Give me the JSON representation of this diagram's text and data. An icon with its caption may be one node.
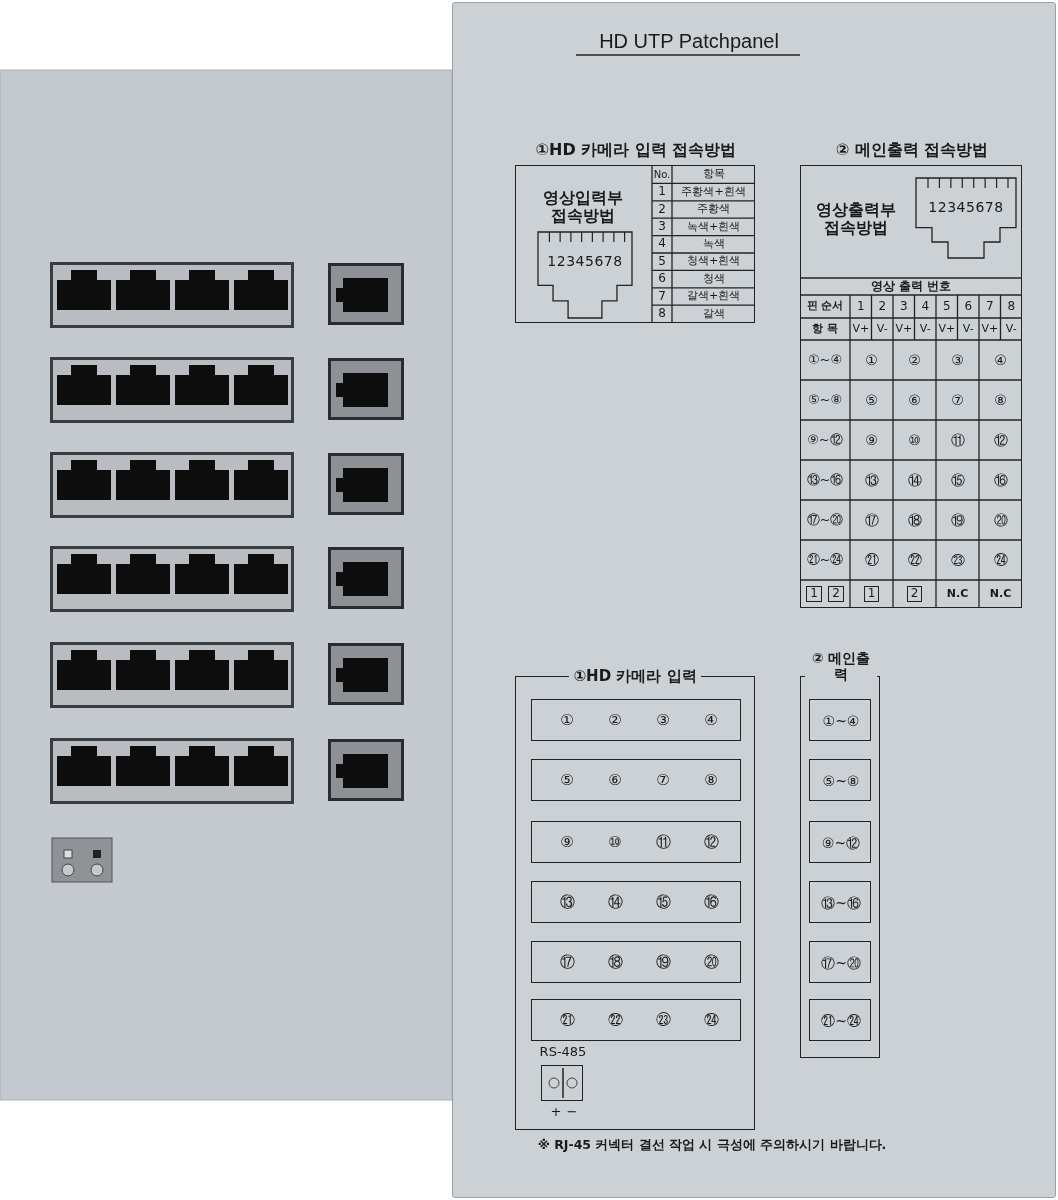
{
  "diagram": {
    "title": "HD UTP Patchpanel",
    "nodes": [
      {
        "text": [
          "①HD 카메라 입력 접속방법",
          "영상입력부 접속방법"
        ]
      },
      {
        "text": [
          "② 메인출력 접속방법",
          "영상출력부 접속방법"
        ]
      },
      {
        "text": [
          "①HD 카메라 입력"
        ]
      },
      {
        "text": [
          "①",
          "②",
          "③",
          "④"
        ],
        "in": 2
      },
      {
        "text": [
          "⑤",
          "⑥",
          "⑦",
          "⑧"
        ],
        "in": 2
      },
      {
        "text": [
          "⑨",
          "⑩",
          "⑪",
          "⑫"
        ],
        "in": 2
      },
      {
        "text": [
          "⑬",
          "⑭",
          "⑮",
          "⑯"
        ],
        "in": 2
      },
      {
        "text": [
          "⑰",
          "⑱",
          "⑲",
          "⑳"
        ],
        "in": 2
      },
      {
        "text": [
          "㉑",
          "㉒",
          "㉓",
          "㉔"
        ],
        "in": 2
      },
      {
        "text": [
          "RS-485"
        ],
        "beside": [
          "+",
          "−"
        ],
        "in": 2
      },
      {
        "text": [
          "② 메인출력"
        ]
      },
      {
        "text": [
          "①~④"
        ],
        "in": 10
      },
      {
        "text": [
          "⑤~⑧"
        ],
        "in": 10
      },
      {
        "text": [
          "⑨~⑫"
        ],
        "in": 10
      },
      {
        "text": [
          "⑬~⑯"
        ],
        "in": 10
      },
      {
        "text": [
          "⑰~⑳"
        ],
        "in": 10
      },
      {
        "text": [
          "㉑~㉔"
        ],
        "in": 10
      }
    ],
    "labels": [
      "No.",
      "항목",
      "1",
      "주황색+흰색",
      "2",
      "주황색",
      "3",
      "녹색+흰색",
      "4",
      "녹색",
      "5",
      "청색+흰색",
      "6",
      "청색",
      "7",
      "갈색+흰색",
      "8",
      "갈색",
      "12345678",
      "12345678",
      "영상 출력 번호",
      "핀 순서",
      "1",
      "2",
      "3",
      "4",
      "5",
      "6",
      "7",
      "8",
      "항 목",
      "V+",
      "V-",
      "V+",
      "V-",
      "V+",
      "V-",
      "V+",
      "V-",
      "①~④",
      "①",
      "②",
      "③",
      "④",
      "⑤~⑧",
      "⑤",
      "⑥",
      "⑦",
      "⑧",
      "⑨~⑫",
      "⑨",
      "⑩",
      "⑪",
      "⑫",
      "⑬~⑯",
      "⑬",
      "⑭",
      "⑮",
      "⑯",
      "⑰~⑳",
      "⑰",
      "⑱",
      "⑲",
      "⑳",
      "㉑~㉔",
      "㉑",
      "㉒",
      "㉓",
      "㉔",
      "1",
      "2",
      "1",
      "2",
      "N.C",
      "N.C",
      "※ RJ-45 커넥터 결선 작업 시 극성에 주의하시기 바랍니다."
    ]
  }
}
